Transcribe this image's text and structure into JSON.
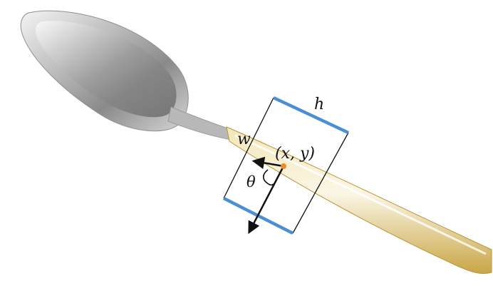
{
  "labels": {
    "height": "h",
    "width": "w",
    "center": "(x, y)",
    "angle": "θ"
  },
  "colors": {
    "gripper_plates": "#4a8fd4",
    "box_outline": "#111111",
    "center_point": "#f08a2a",
    "arrows": "#111111",
    "background": "#ffffff"
  }
}
